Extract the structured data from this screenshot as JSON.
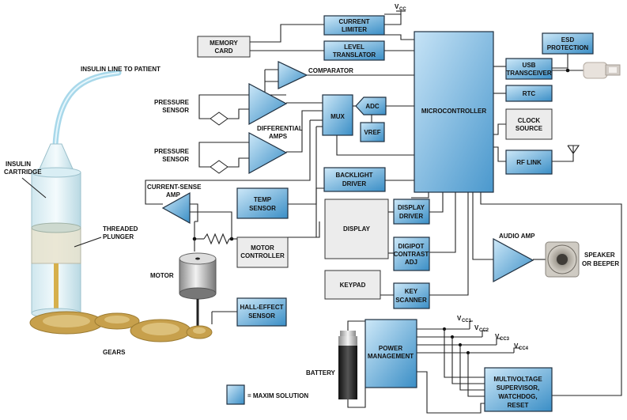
{
  "colors": {
    "maxim_blue_light": "#bfe0f4",
    "maxim_blue_dark": "#3b90c8",
    "gray_box": "#ececec",
    "line": "#222222",
    "gear": "#c7a04c"
  },
  "blocks": {
    "current_limiter": [
      "CURRENT",
      "LIMITER"
    ],
    "level_translator": [
      "LEVEL",
      "TRANSLATOR"
    ],
    "memory_card": [
      "MEMORY",
      "CARD"
    ],
    "comparator": "COMPARATOR",
    "mux": "MUX",
    "adc": "ADC",
    "vref": "VREF",
    "microcontroller": "MICROCONTROLLER",
    "esd_protection": [
      "ESD",
      "PROTECTION"
    ],
    "usb_transceiver": [
      "USB",
      "TRANSCEIVER"
    ],
    "rtc": "RTC",
    "clock_source": [
      "CLOCK",
      "SOURCE"
    ],
    "rf_link": "RF LINK",
    "differential_amps": [
      "DIFFERENTIAL",
      "AMPS"
    ],
    "pressure_sensor_1": [
      "PRESSURE",
      "SENSOR"
    ],
    "pressure_sensor_2": [
      "PRESSURE",
      "SENSOR"
    ],
    "backlight_driver": [
      "BACKLIGHT",
      "DRIVER"
    ],
    "current_sense_amp": [
      "CURRENT-SENSE",
      "AMP"
    ],
    "temp_sensor": [
      "TEMP",
      "SENSOR"
    ],
    "display": "DISPLAY",
    "display_driver": [
      "DISPLAY",
      "DRIVER"
    ],
    "digipot": [
      "DIGIPOT",
      "CONTRAST",
      "ADJ"
    ],
    "motor_controller": [
      "MOTOR",
      "CONTROLLER"
    ],
    "audio_amp": "AUDIO AMP",
    "speaker": [
      "SPEAKER",
      "OR BEEPER"
    ],
    "motor": "MOTOR",
    "keypad": "KEYPAD",
    "key_scanner": [
      "KEY",
      "SCANNER"
    ],
    "hall_effect": [
      "HALL-EFFECT",
      "SENSOR"
    ],
    "power_management": [
      "POWER",
      "MANAGEMENT"
    ],
    "supervisor": [
      "MULTIVOLTAGE",
      "SUPERVISOR,",
      "WATCHDOG,",
      "RESET"
    ],
    "battery": "BATTERY",
    "vcc": "V",
    "vcc_sub": "CC",
    "vcc_rails": [
      {
        "main": "V",
        "sub": "CC1"
      },
      {
        "main": "V",
        "sub": "CC2"
      },
      {
        "main": "V",
        "sub": "CC3"
      },
      {
        "main": "V",
        "sub": "CC4"
      }
    ]
  },
  "illustration": {
    "insulin_line": "INSULIN LINE TO PATIENT",
    "insulin_cartridge": [
      "INSULIN",
      "CARTRIDGE"
    ],
    "threaded_plunger": [
      "THREADED",
      "PLUNGER"
    ],
    "gears": "GEARS"
  },
  "legend": {
    "text": "= MAXIM SOLUTION"
  }
}
